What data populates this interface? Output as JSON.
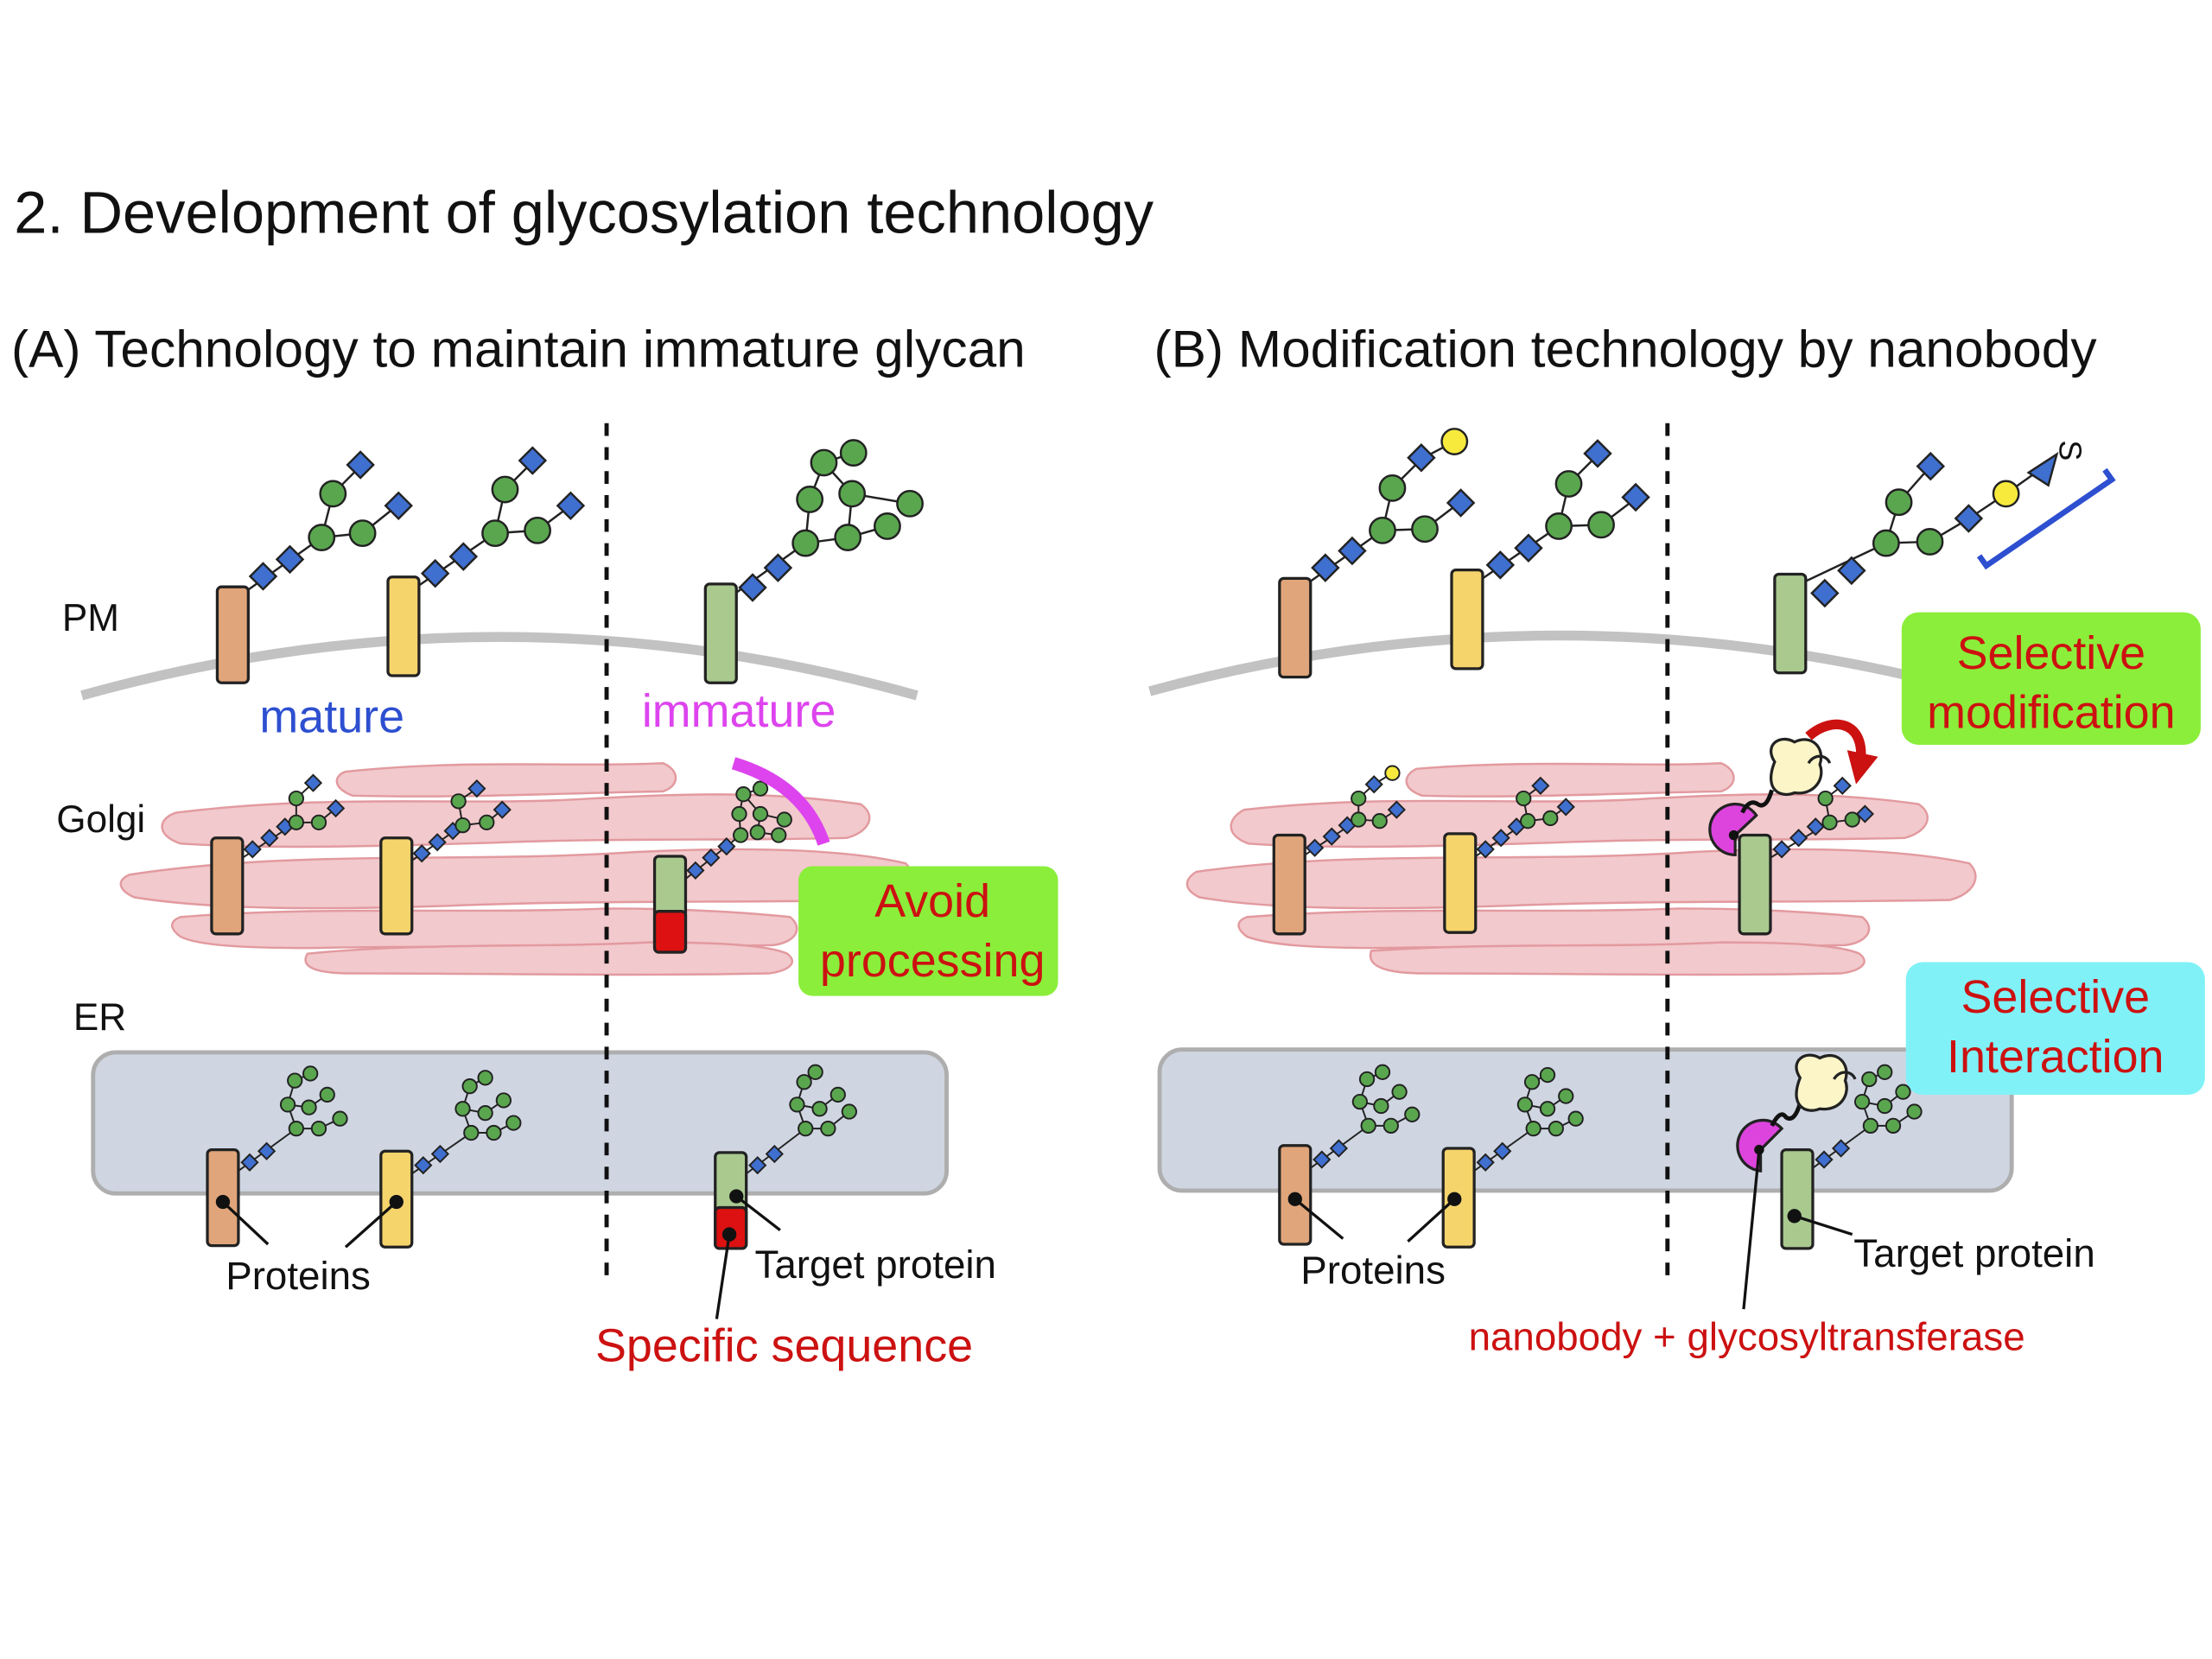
{
  "title": "2. Development of glycosylation technology",
  "panel_a": {
    "heading": "(A) Technology to maintain immature glycan",
    "layers": {
      "pm": "PM",
      "golgi": "Golgi",
      "er": "ER"
    },
    "mature": "mature",
    "immature": "immature",
    "avoid_line1": "Avoid",
    "avoid_line2": "processing",
    "proteins": "Proteins",
    "target_protein": "Target protein",
    "specific_sequence": "Specific sequence"
  },
  "panel_b": {
    "heading": "(B) Modification technology by nanobody",
    "selective_mod_line1": "Selective",
    "selective_mod_line2": "modification",
    "selective_int_line1": "Selective",
    "selective_int_line2": "Interaction",
    "proteins": "Proteins",
    "target_protein": "Target protein",
    "nanobody": "nanobody + glycosyltransferase",
    "s_label": "S"
  },
  "colors": {
    "protein_orange": "#e0a57a",
    "protein_yellow": "#f6d46c",
    "protein_green": "#a9c98f",
    "specific_red": "#dd1111",
    "glcnac_blue": "#3f6fcf",
    "mannose_green": "#5aa64f",
    "galactose_yellow": "#f7ea3d",
    "golgi_pink": "#f2c9cc",
    "er_grey": "#cfd6e2",
    "label_green_bg": "#8bee3a",
    "label_cyan_bg": "#80f2f7",
    "label_red_text": "#cc1111",
    "mature_text": "#2d4fd0",
    "immature_text": "#dd44ee",
    "nanobody_magenta": "#dd44dd",
    "enzyme_cream": "#fbf5c8"
  }
}
